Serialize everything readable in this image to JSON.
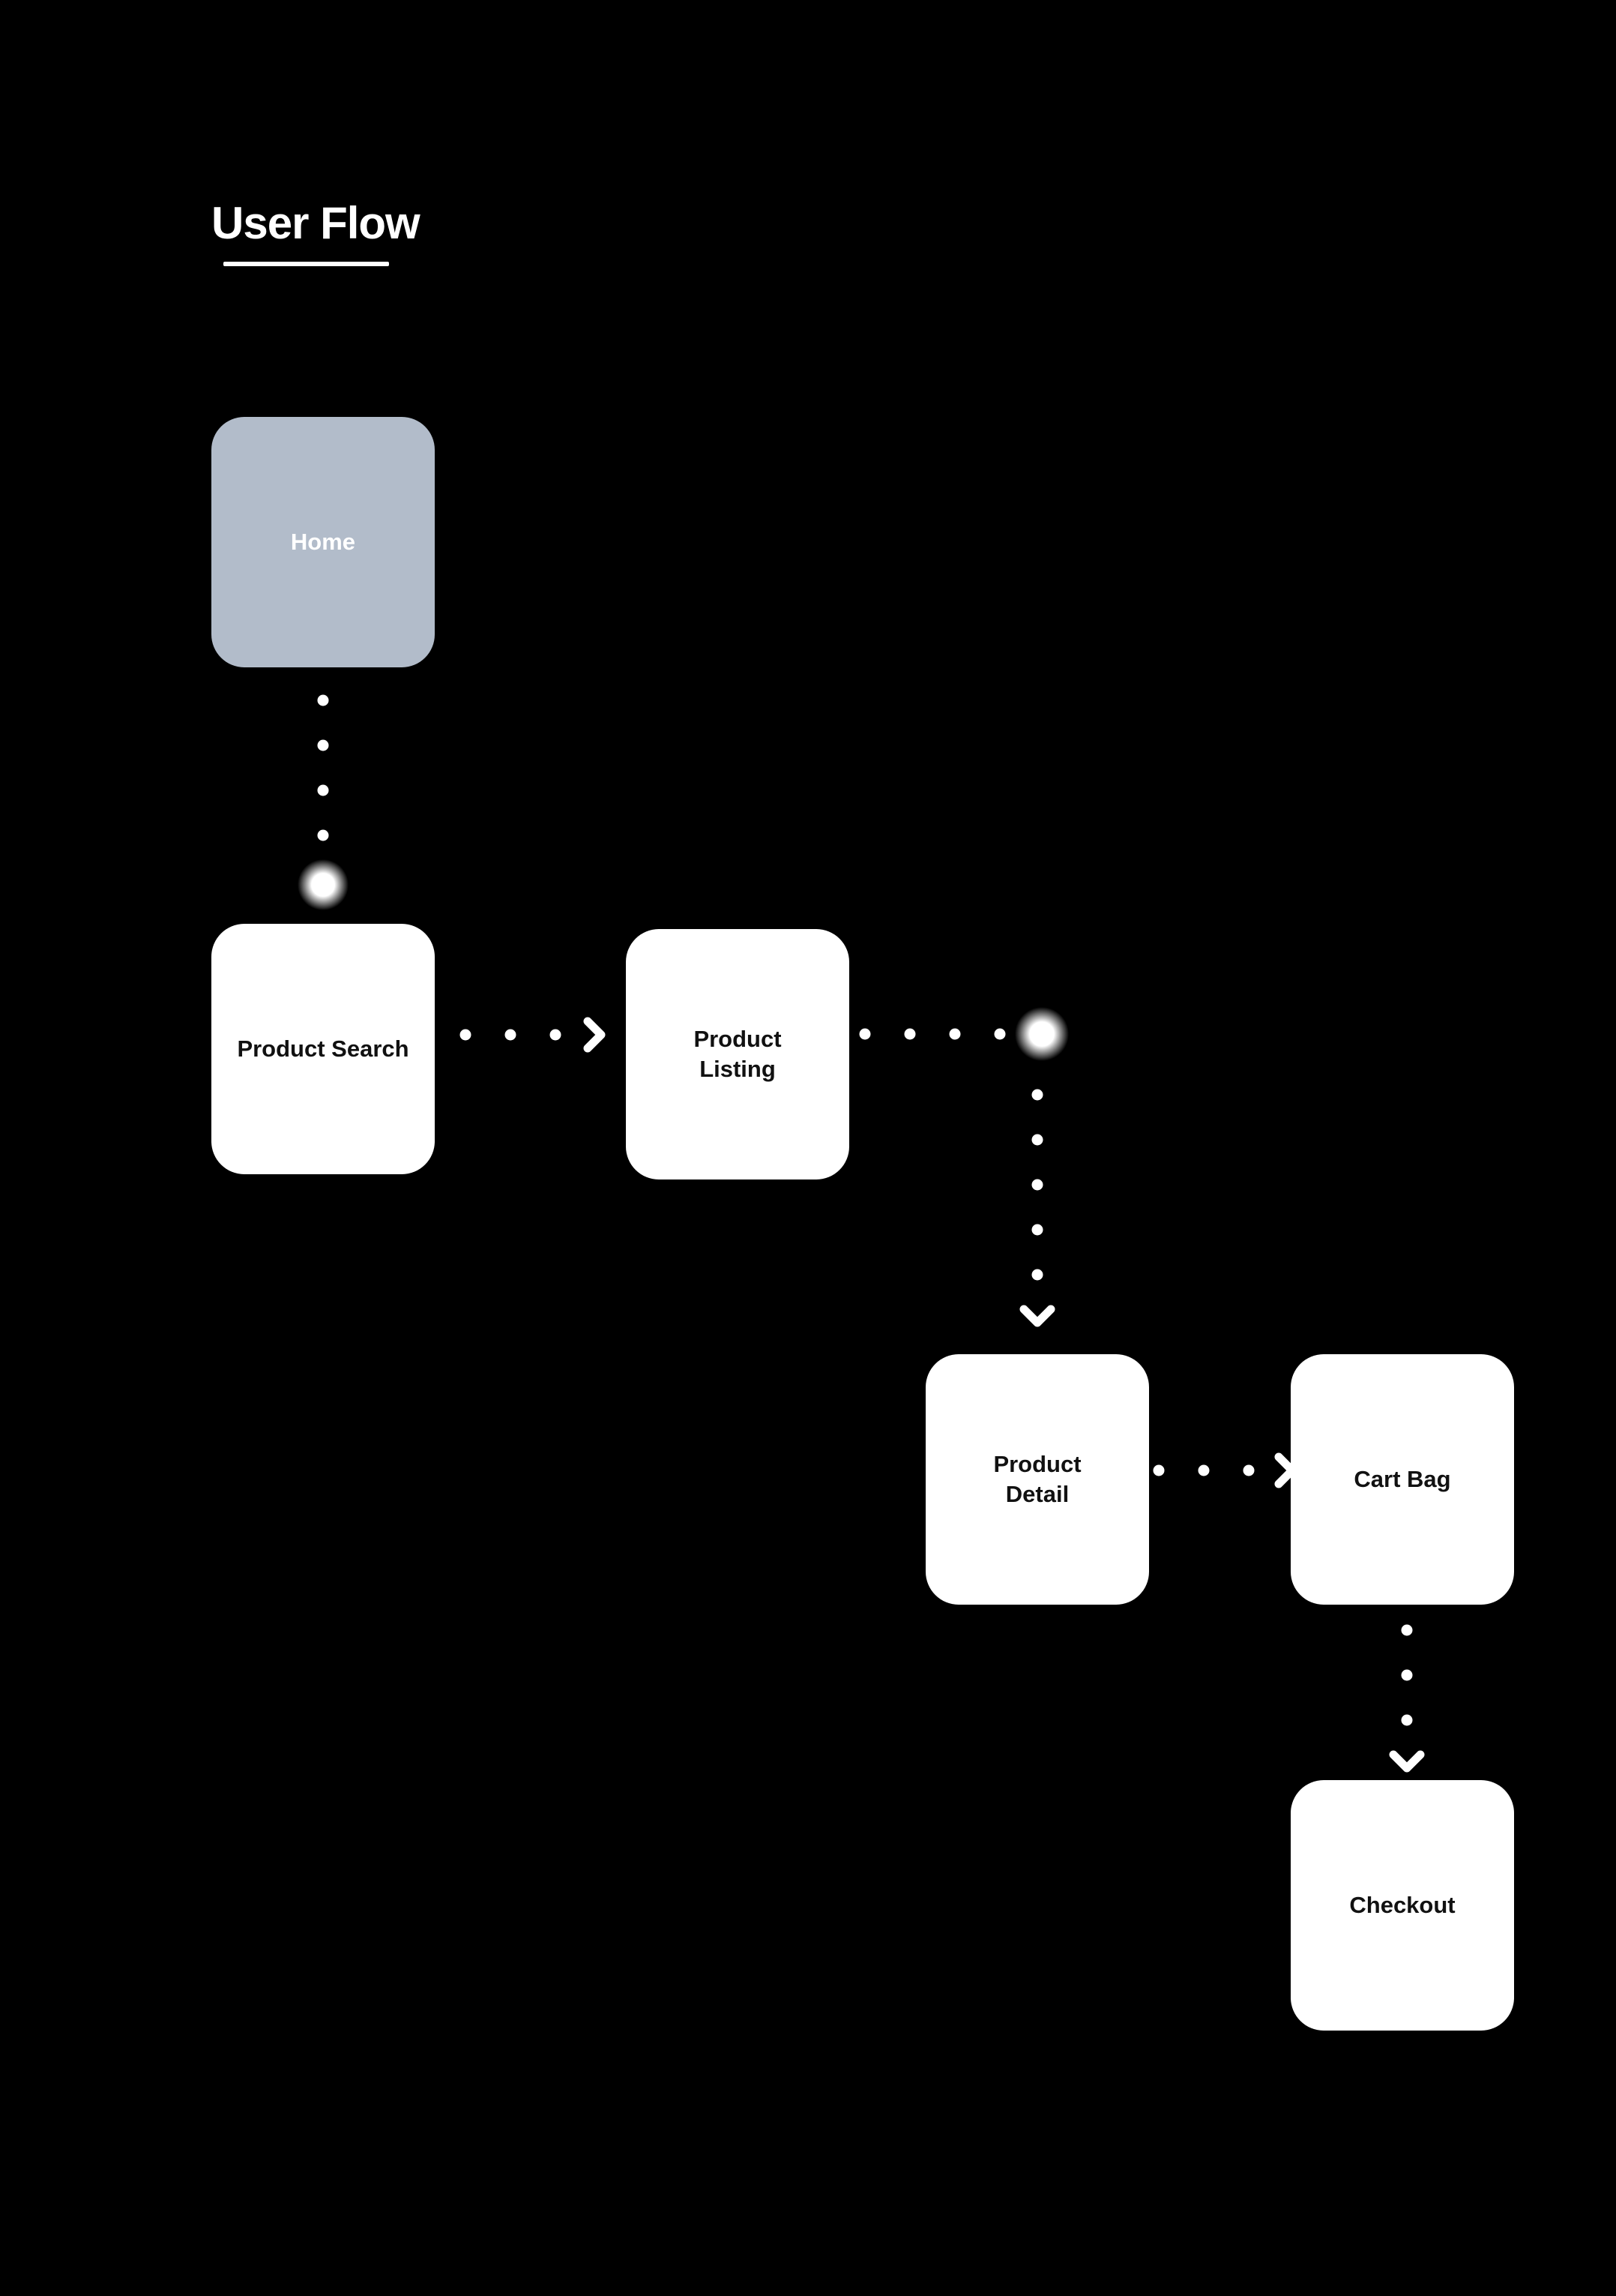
{
  "title": "User Flow",
  "nodes": {
    "home": "Home",
    "product_search": "Product Search",
    "product_listing": "Product\nListing",
    "product_detail": "Product\nDetail",
    "cart_bag": "Cart Bag",
    "checkout": "Checkout"
  },
  "colors": {
    "background": "#000000",
    "node": "#ffffff",
    "home_node": "#b2bcca",
    "connector": "#ffffff"
  },
  "icons": {
    "connector_dot": "dot",
    "arrow_right": "chevron-right-icon",
    "arrow_down": "chevron-down-icon",
    "junction": "glow-circle"
  }
}
